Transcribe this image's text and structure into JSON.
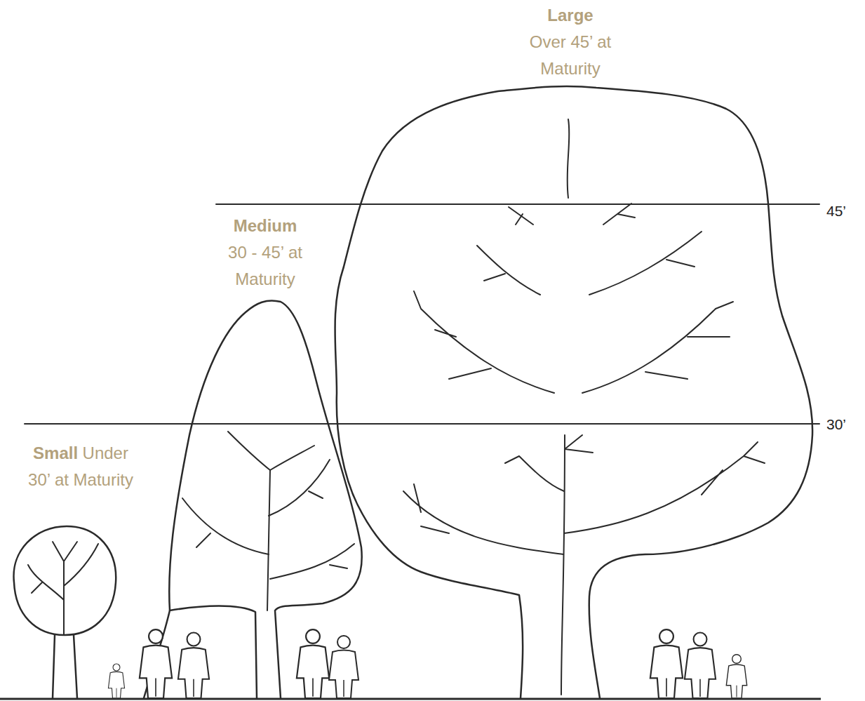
{
  "diagram": {
    "labels": [
      "Large",
      "Over 45’ at Maturity",
      "Medium",
      "30 - 45’ at Maturity",
      "Small",
      "Under 30’ at Maturity",
      "45’",
      "30’"
    ]
  }
}
